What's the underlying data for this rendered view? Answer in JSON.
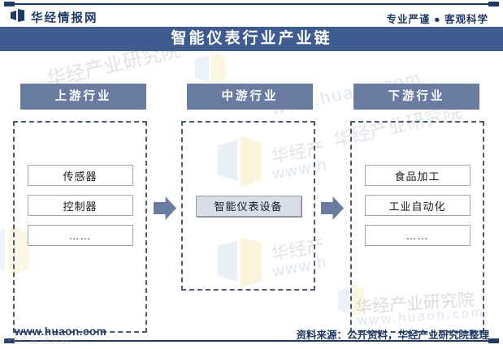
{
  "header": {
    "brand": "华经情报网",
    "slogan": "专业严谨 ● 客观科学"
  },
  "title": "智能仪表行业产业链",
  "chain": {
    "columns": [
      {
        "header": "上游行业",
        "items": [
          "传感器",
          "控制器",
          "……"
        ]
      },
      {
        "header": "中游行业",
        "items": [
          "智能仪表设备"
        ]
      },
      {
        "header": "下游行业",
        "items": [
          "食品加工",
          "工业自动化",
          "……"
        ]
      }
    ]
  },
  "footer": {
    "website": "www.huaon.com",
    "source": "资料来源：公开资料，华经产业研究院整理"
  },
  "watermark": {
    "org_text": "华经产业研究院",
    "url_text": "www.huaon.com",
    "org_fragment": "华经产",
    "url_fragment": "www.h"
  },
  "colors": {
    "navy": "#1f3864",
    "title_band": "#3e5c90",
    "header_box": "#6a7ba2",
    "arrow": "#6a7ba2",
    "dash_border": "#4d5a6b",
    "item_border": "#a6a6a6",
    "mid_item_fill": "#d9dde8"
  }
}
